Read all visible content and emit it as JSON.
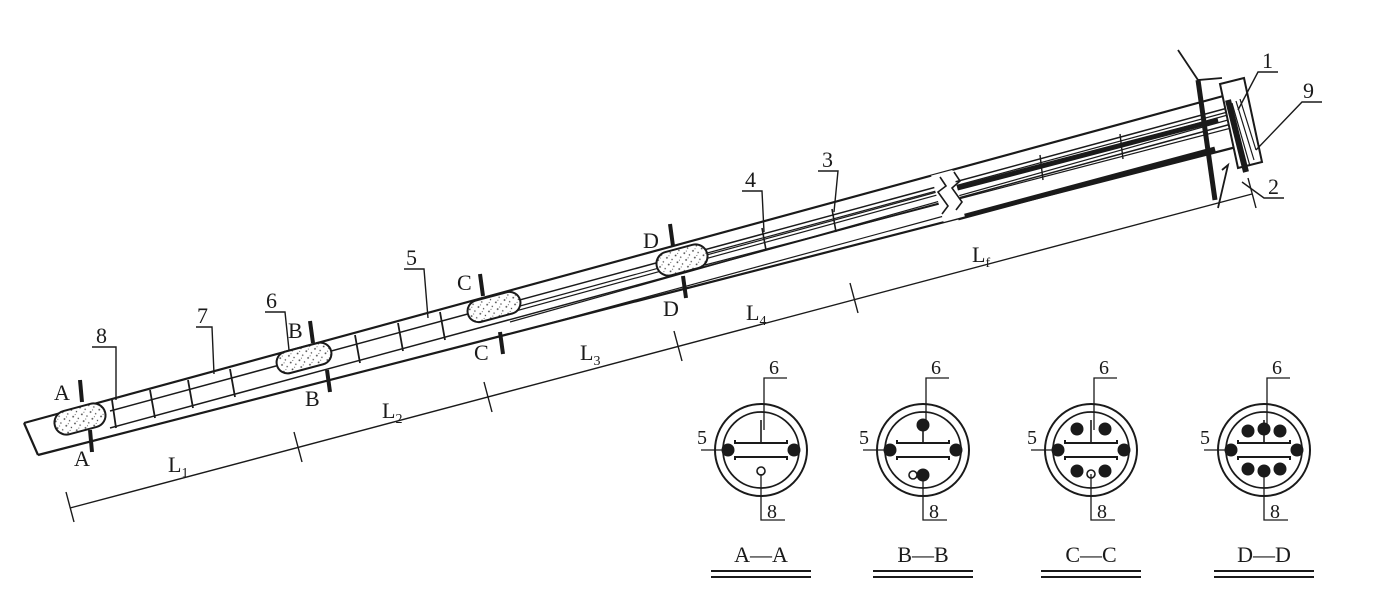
{
  "colors": {
    "ink": "#1a1a1a",
    "grout": "#ffffff",
    "dots": "#555555"
  },
  "anchor": {
    "part_labels": {
      "p1": "1",
      "p2": "2",
      "p3": "3",
      "p4": "4",
      "p5": "5",
      "p6": "6",
      "p7": "7",
      "p8": "8",
      "p9": "9"
    },
    "lengths": {
      "L1": {
        "base": "L",
        "sub": "1"
      },
      "L2": {
        "base": "L",
        "sub": "2"
      },
      "L3": {
        "base": "L",
        "sub": "3"
      },
      "L4": {
        "base": "L",
        "sub": "4"
      },
      "Lf": {
        "base": "L",
        "sub": "f"
      }
    },
    "section_marks": {
      "A": "A",
      "B": "B",
      "C": "C",
      "D": "D"
    }
  },
  "sections": [
    {
      "id": "AA",
      "caption": "A—A",
      "label_top": "6",
      "label_left": "5",
      "label_bottom": "8"
    },
    {
      "id": "BB",
      "caption": "B—B",
      "label_top": "6",
      "label_left": "5",
      "label_bottom": "8"
    },
    {
      "id": "CC",
      "caption": "C—C",
      "label_top": "6",
      "label_left": "5",
      "label_bottom": "8"
    },
    {
      "id": "DD",
      "caption": "D—D",
      "label_top": "6",
      "label_left": "5",
      "label_bottom": "8"
    }
  ]
}
